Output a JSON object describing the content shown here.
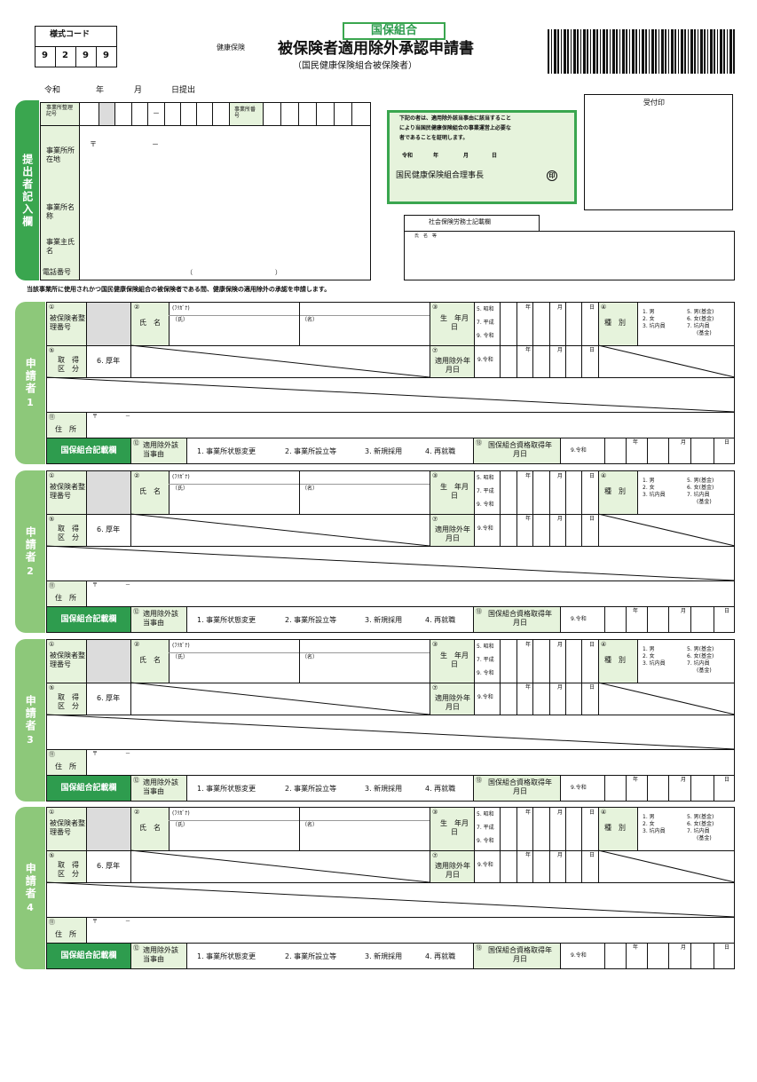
{
  "form_code": {
    "label": "様式コード",
    "digits": [
      "9",
      "2",
      "9",
      "9"
    ]
  },
  "header": {
    "badge": "国保組合",
    "prefix": "健康保険",
    "title": "被保険者適用除外承認申請書",
    "subtitle": "（国民健康保険組合被保険者）"
  },
  "date_line": {
    "era": "令和",
    "year": "年",
    "month": "月",
    "day": "日提出"
  },
  "submitter": {
    "side": "提出者記入欄",
    "office_code_label": "事業所整理記号",
    "office_code_dash": "－",
    "office_no_label": "事業所番号",
    "address_label": "事業所所在地",
    "postal": "〒",
    "postal_dash": "－",
    "name_label": "事業所名称",
    "owner_label": "事業主氏名",
    "phone_label": "電話番号",
    "phone_paren_open": "（",
    "phone_paren_close": "）"
  },
  "certificate": {
    "text1": "下記の者は、適用除外該当事由に該当すること",
    "text2": "により当国民健康保険組合の事業運営上必要な",
    "text3": "者であることを証明します。",
    "era": "令和",
    "year": "年",
    "month": "月",
    "day": "日",
    "signer": "国民健康保険組合理事長",
    "seal": "印"
  },
  "receipt": {
    "label": "受付印"
  },
  "sharoushi": {
    "title": "社会保険労務士記載欄",
    "name": "氏　名　等"
  },
  "declaration": "当該事業所に使用されかつ国民健康保険組合の被保険者である間、健康保険の適用除外の承認を申請します。",
  "applicant": {
    "side": "申請者",
    "c1": "①",
    "insured_no": "被保険者整理番号",
    "c2": "②",
    "name": "氏　名",
    "furigana": "(ﾌﾘｶﾞﾅ)",
    "shi": "（氏）",
    "mei": "（名）",
    "c3": "③",
    "birth": "生　年月　日",
    "birth_opts": [
      "5. 昭和",
      "7. 平成",
      "9. 令和"
    ],
    "nen": "年",
    "tsuki": "月",
    "hi": "日",
    "c4": "④",
    "kind": "種　別",
    "kind_opts_l": [
      "1. 男",
      "2. 女",
      "3. 坑内員"
    ],
    "kind_opts_r": [
      "5. 男(基金)",
      "6. 女(基金)",
      "7. 坑内員"
    ],
    "kikin": "(基金)",
    "c5": "⑤",
    "acq": "取　得区　分",
    "acq_val": "6. 厚年",
    "c7": "⑦",
    "exempt_date": "適用除外年月日",
    "reiwa9": "9.令和",
    "c11": "⑪",
    "address": "住　所",
    "postal": "〒",
    "postal_dash": "－",
    "union_col": "国保組合記載欄",
    "c12": "⑫",
    "reason": "適用除外該当事由",
    "reasons": [
      "1. 事業所状態変更",
      "2. 事業所設立等",
      "3. 新規採用",
      "4. 再就職"
    ],
    "c13": "⑬",
    "union_date": "国保組合資格取得年月日"
  },
  "applicants": [
    {
      "num": "1"
    },
    {
      "num": "2"
    },
    {
      "num": "3"
    },
    {
      "num": "4"
    }
  ]
}
